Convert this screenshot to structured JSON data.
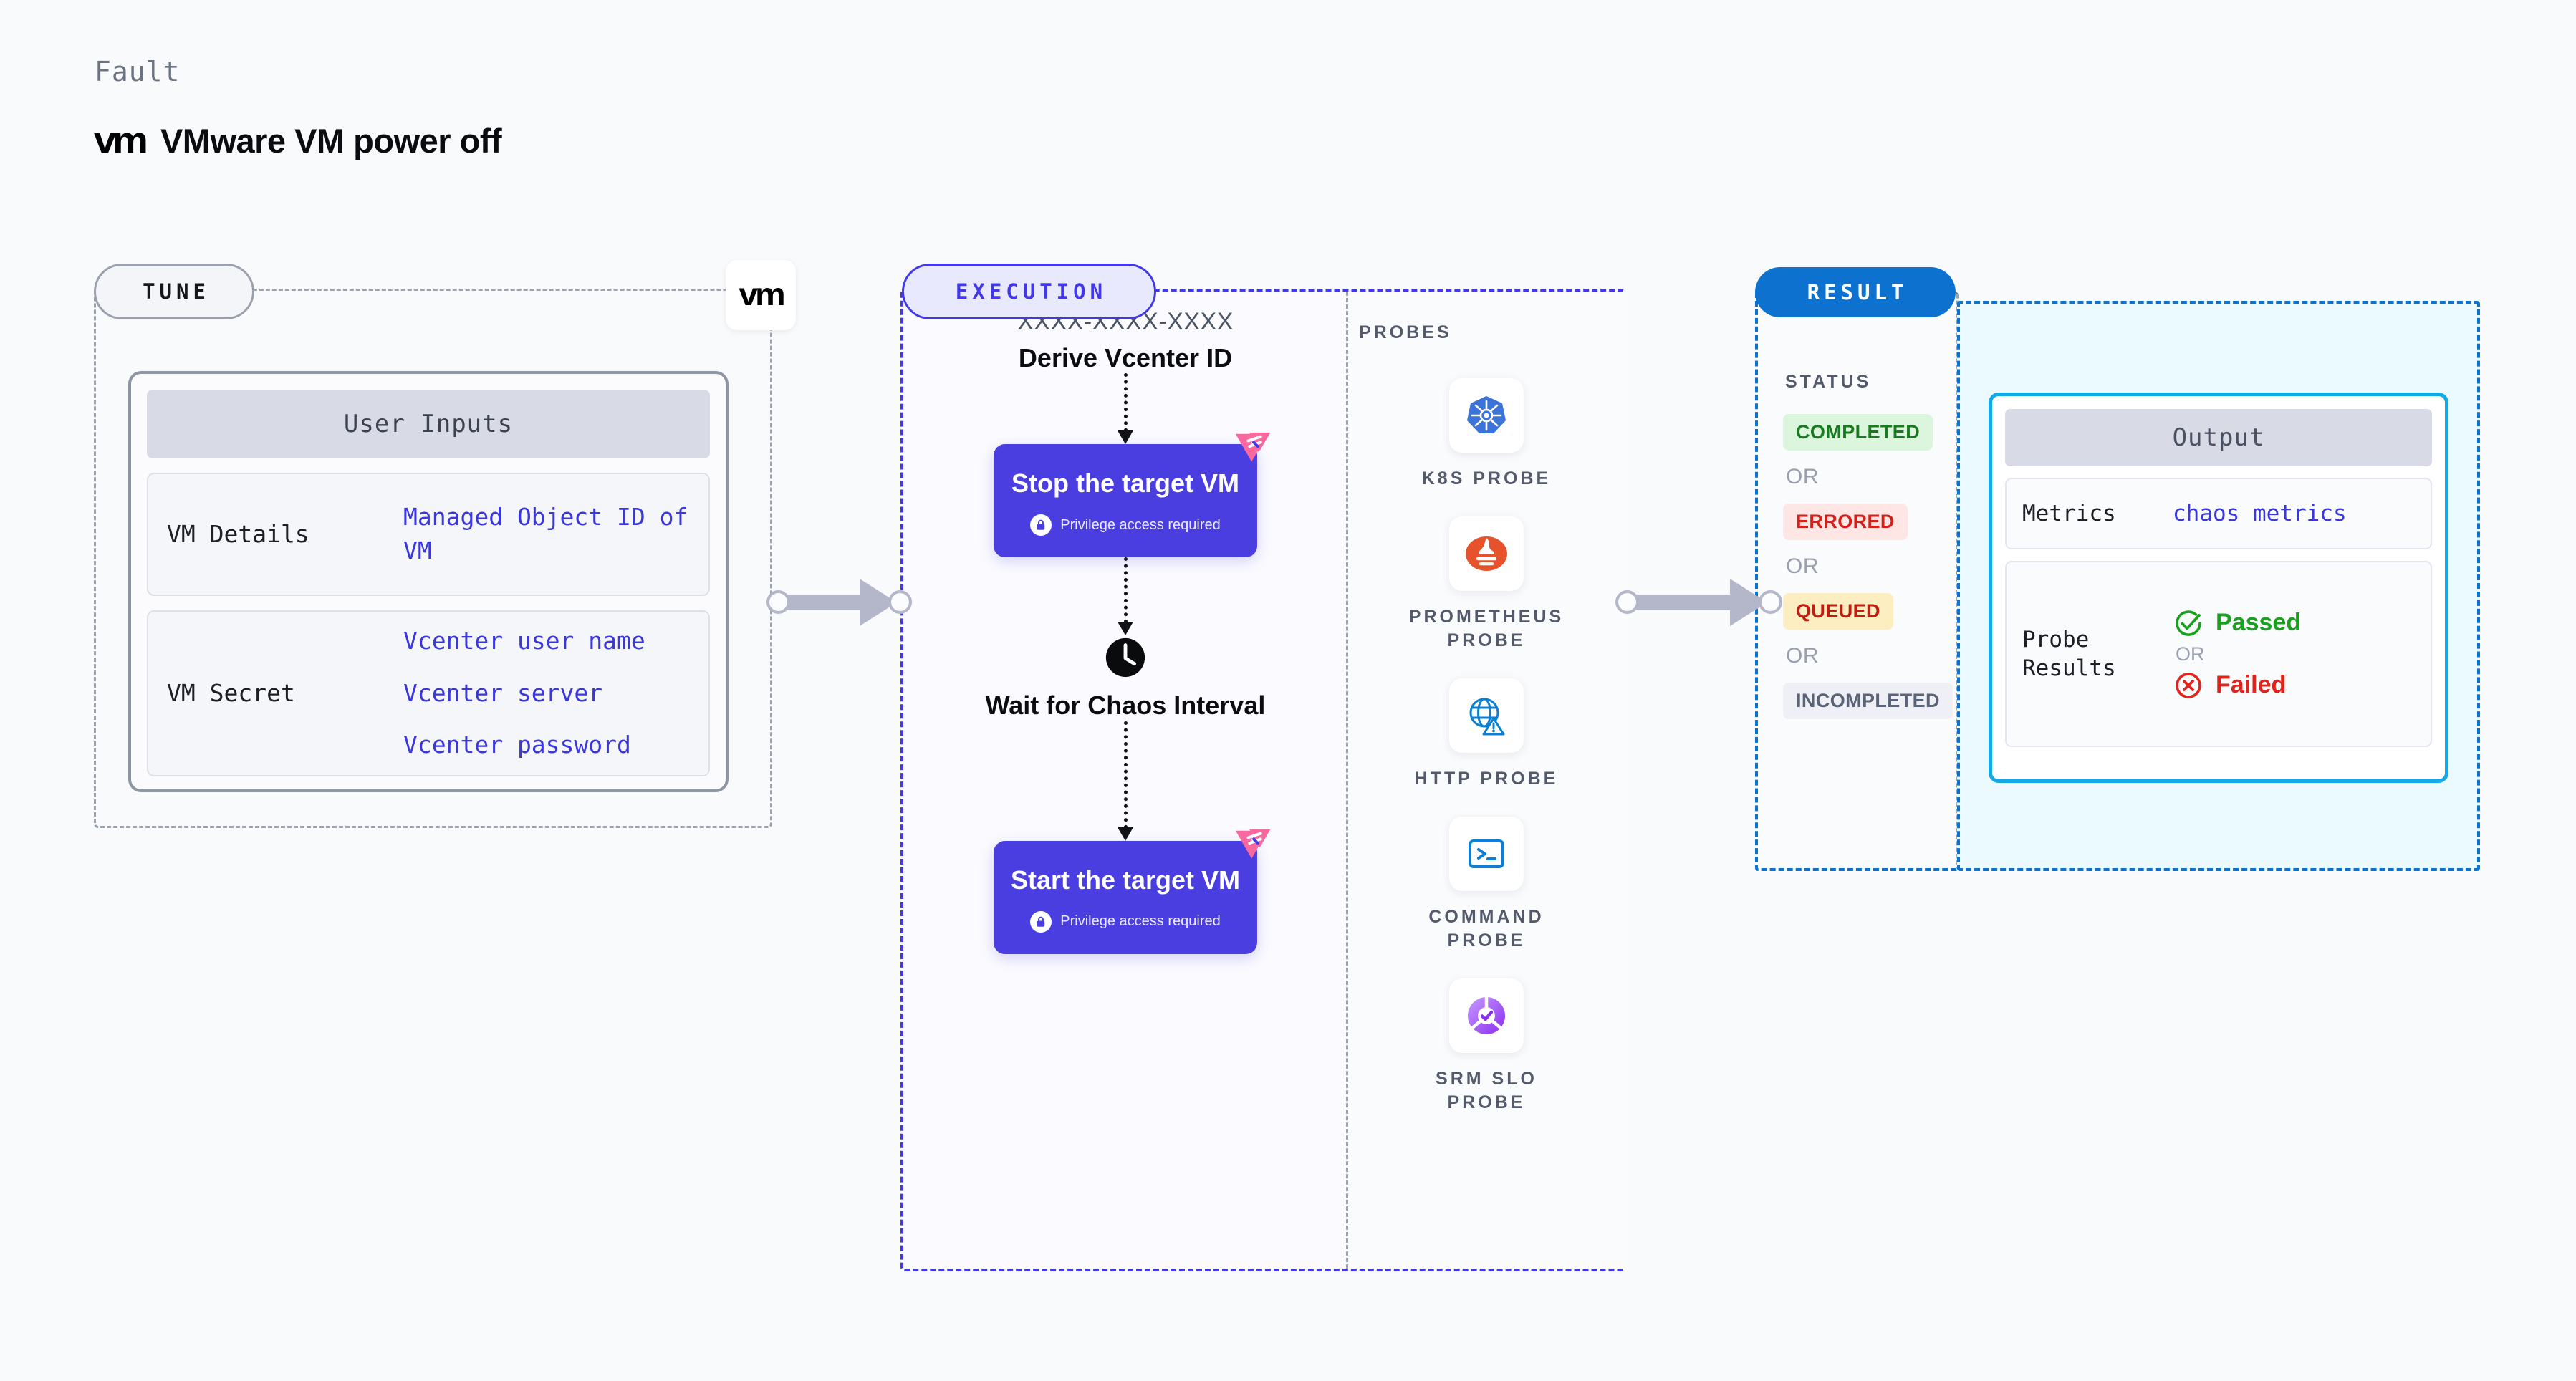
{
  "header": {
    "kicker": "Fault",
    "logo_text": "vm",
    "title": "VMware VM power off"
  },
  "tune": {
    "pill_label": "TUNE",
    "badge_logo": "vm",
    "card_title": "User Inputs",
    "rows": [
      {
        "label": "VM Details",
        "values": [
          "Managed Object ID of VM"
        ]
      },
      {
        "label": "VM Secret",
        "values": [
          "Vcenter user name",
          "Vcenter server",
          "Vcenter password"
        ]
      }
    ]
  },
  "execution": {
    "pill_label": "EXECUTION",
    "chaos_id": "XXXX-XXXX-XXXX",
    "derive_step": "Derive Vcenter ID",
    "stop_card": {
      "title": "Stop the target VM",
      "subtitle": "Privilege access required"
    },
    "wait_step": "Wait for Chaos Interval",
    "start_card": {
      "title": "Start the target VM",
      "subtitle": "Privilege access required"
    }
  },
  "probes": {
    "title": "PROBES",
    "items": [
      {
        "label": "K8S PROBE",
        "icon": "kubernetes-icon"
      },
      {
        "label": "PROMETHEUS PROBE",
        "icon": "prometheus-icon"
      },
      {
        "label": "HTTP PROBE",
        "icon": "http-globe-icon"
      },
      {
        "label": "COMMAND PROBE",
        "icon": "terminal-icon"
      },
      {
        "label": "SRM SLO PROBE",
        "icon": "srm-slo-icon"
      }
    ]
  },
  "result": {
    "pill_label": "RESULT",
    "status_label": "STATUS",
    "or_label": "OR",
    "statuses": [
      {
        "label": "COMPLETED",
        "tone": "completed"
      },
      {
        "label": "ERRORED",
        "tone": "errored"
      },
      {
        "label": "QUEUED",
        "tone": "queued"
      },
      {
        "label": "INCOMPLETED",
        "tone": "incompleted"
      }
    ],
    "output": {
      "title": "Output",
      "metrics_key": "Metrics",
      "metrics_value": "chaos metrics",
      "probe_results_key": "Probe Results",
      "passed_label": "Passed",
      "or_label": "OR",
      "failed_label": "Failed"
    }
  },
  "colors": {
    "execution_accent": "#4338e8",
    "result_accent": "#0d72cf",
    "action_card": "#4a3ee0",
    "link": "#3a36e0",
    "passed": "#19a11e",
    "failed": "#e0241b",
    "chaos_badge": "#f9689f"
  }
}
